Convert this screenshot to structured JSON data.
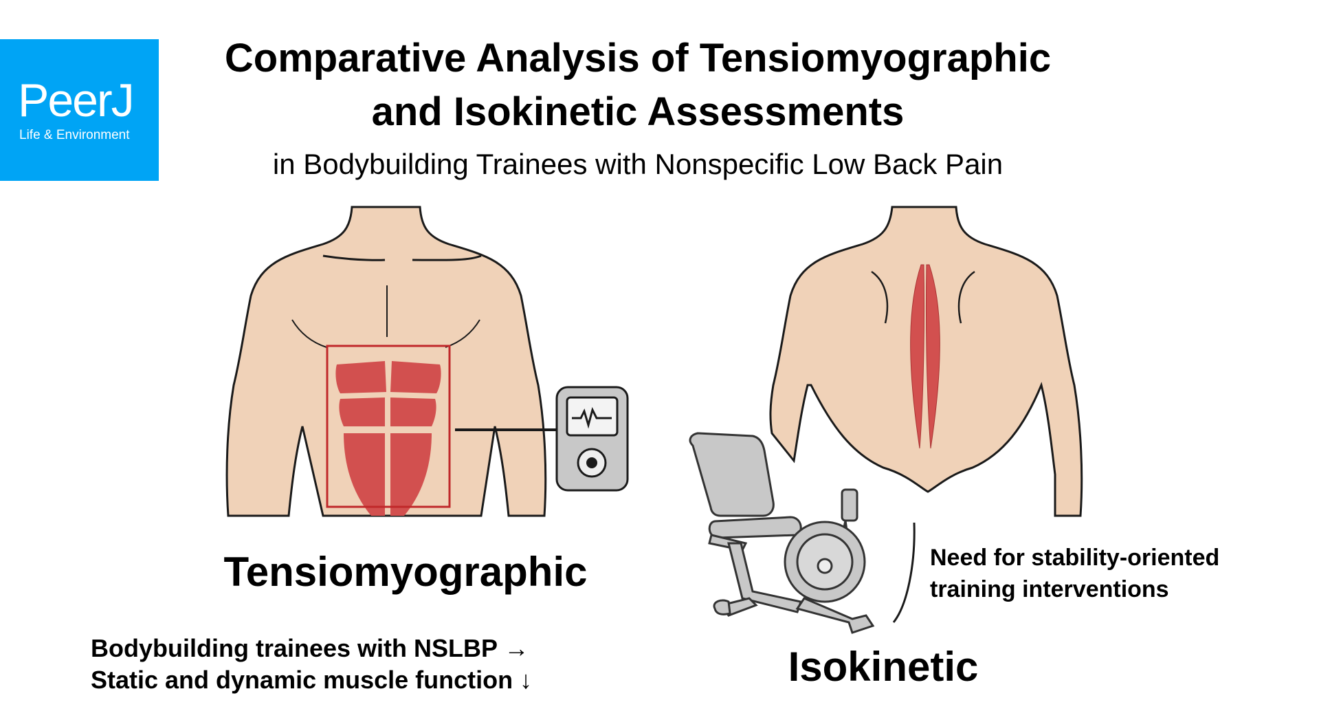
{
  "logo": {
    "brand": "PeerJ",
    "subtitle": "Life & Environment"
  },
  "title": {
    "line1": "Comparative Analysis of Tensiomyographic",
    "line2": "and Isokinetic Assessments",
    "subtitle": "in Bodybuilding Trainees with Nonspecific Low Back Pain"
  },
  "labels": {
    "left": "Tensiomyographic",
    "right": "Isokinetic"
  },
  "notes": {
    "right": [
      "Need for stability-oriented",
      "training interventions"
    ],
    "left": [
      "Bodybuilding trainees with NSLBP →",
      "Static and dynamic muscle function ↓"
    ]
  },
  "colors": {
    "brand": "#00a4f5",
    "skin": "#f0d2b8",
    "muscle": "#d2504f",
    "outline": "#1a1a1a",
    "machine": "#c8c8c8"
  }
}
